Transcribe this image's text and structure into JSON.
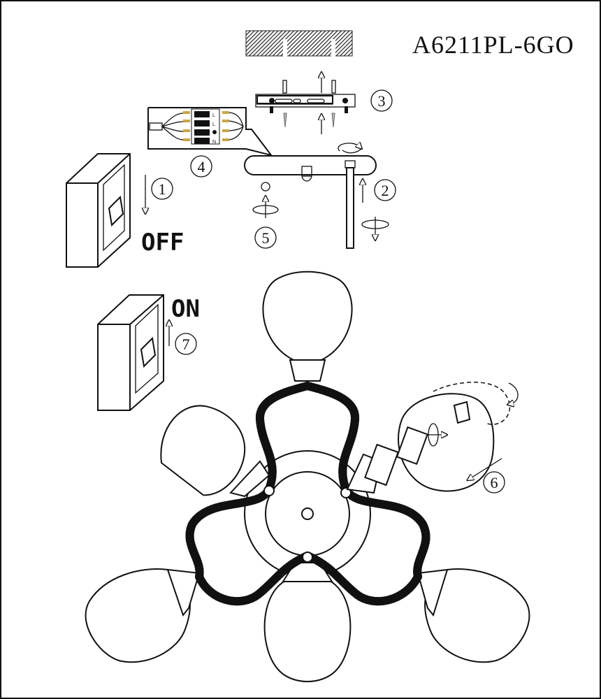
{
  "title": "A6211PL-6GO",
  "switch_off_label": "OFF",
  "switch_on_label": "ON",
  "steps": [
    "1",
    "2",
    "3",
    "4",
    "5",
    "6",
    "7"
  ],
  "terminal_labels": [
    "L",
    "L",
    "N"
  ]
}
